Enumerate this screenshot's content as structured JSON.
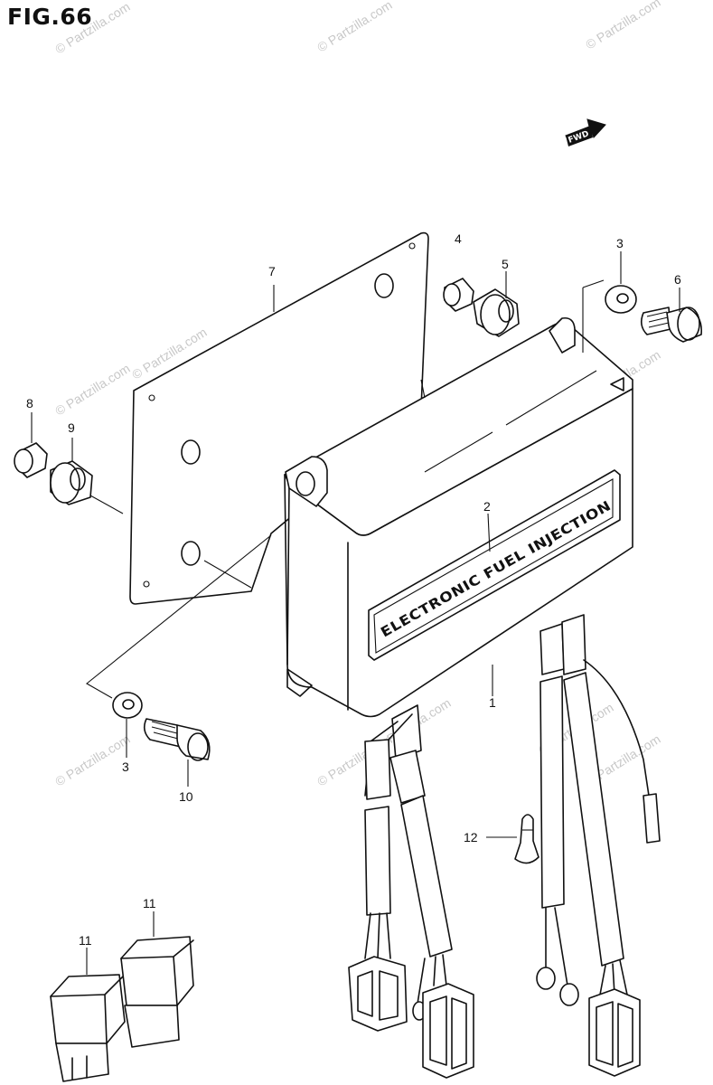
{
  "figure": {
    "title": "FIG.66"
  },
  "fwd_label": "FWD",
  "ecu_label": "ELECTRONIC FUEL INJECTION",
  "watermark": "© Partzilla.com",
  "callouts": {
    "c1": "1",
    "c2": "2",
    "c3a": "3",
    "c3b": "3",
    "c4": "4",
    "c5": "5",
    "c6": "6",
    "c7": "7",
    "c8": "8",
    "c9": "9",
    "c10": "10",
    "c11a": "11",
    "c11b": "11",
    "c12": "12"
  }
}
